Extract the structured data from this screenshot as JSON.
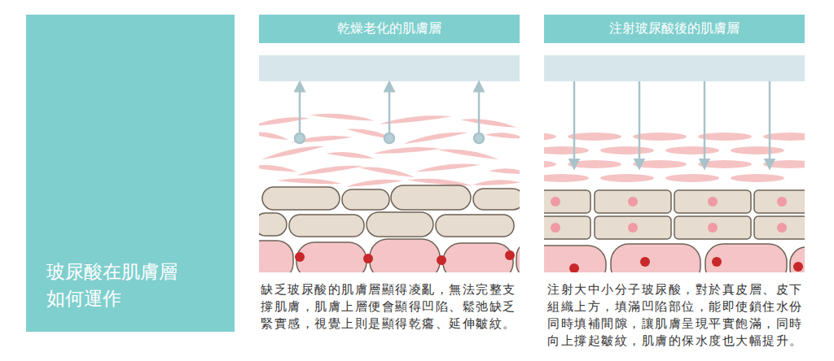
{
  "diagram": {
    "title": "玻尿酸在肌膚層 如何運作",
    "nodes": [
      {
        "text": [
          "乾燥老化的肌膚層"
        ]
      },
      {
        "text": [
          "注射玻尿酸後的肌膚層"
        ]
      }
    ],
    "labels": [
      "缺乏玻尿酸的肌膚層顯得凌亂，無法完整支 撐肌膚，肌膚上層便會顯得凹陷、鬆弛缺乏 緊實感，視覺上則是顯得乾癟、延伸皺紋。",
      "注射大中小分子玻尿酸，對於真皮層、皮下 組織上方，填滿凹陷部位，能即使鎖住水份 同時填補間隙，讓肌膚呈現平實飽滿，同時 向上撐起皺紋，肌膚的保水度也大幅提升。"
    ]
  }
}
